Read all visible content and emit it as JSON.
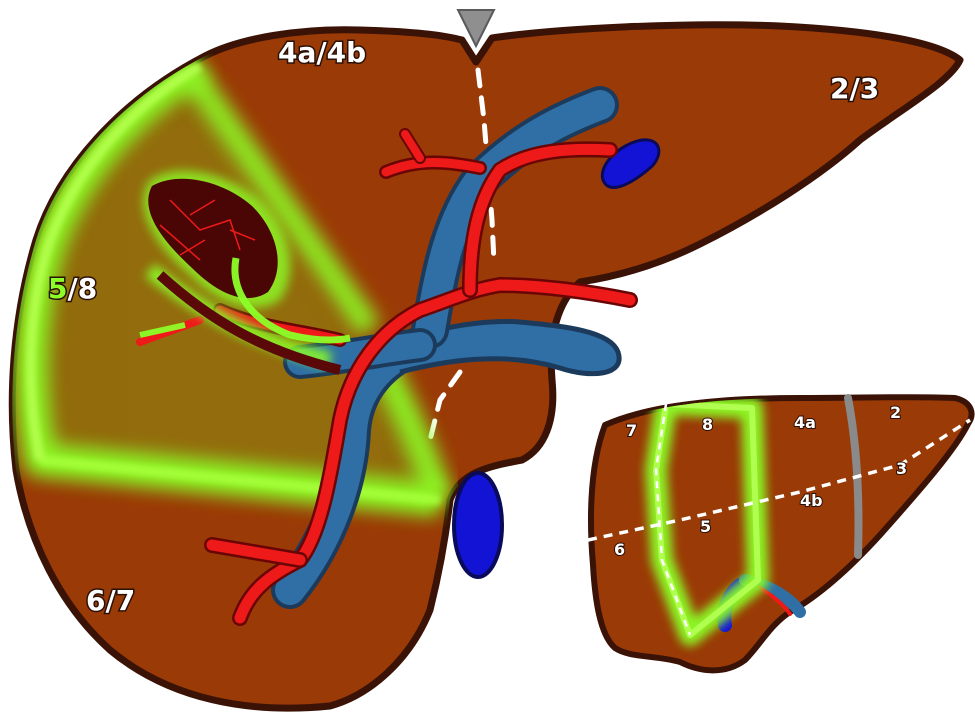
{
  "colors": {
    "liver": "#9a3a06",
    "liver_outline": "#3a1206",
    "ablation_zone": "#8cff28",
    "portal_vein": "#2f6fa6",
    "artery": "#ee1a1a",
    "vena_cava": "#1313d6",
    "tumor": "#4a0604",
    "falciform": "#888888",
    "background": "#ffffff"
  },
  "main_liver": {
    "labels": {
      "seg_4a4b": "4a/4b",
      "seg_23": "2/3",
      "seg_58_part1": "5",
      "seg_58_part2": "/8",
      "seg_67": "6/7"
    }
  },
  "inset_liver": {
    "labels": {
      "seg_7": "7",
      "seg_8": "8",
      "seg_4a": "4a",
      "seg_2": "2",
      "seg_3": "3",
      "seg_4b": "4b",
      "seg_5": "5",
      "seg_6": "6"
    }
  }
}
